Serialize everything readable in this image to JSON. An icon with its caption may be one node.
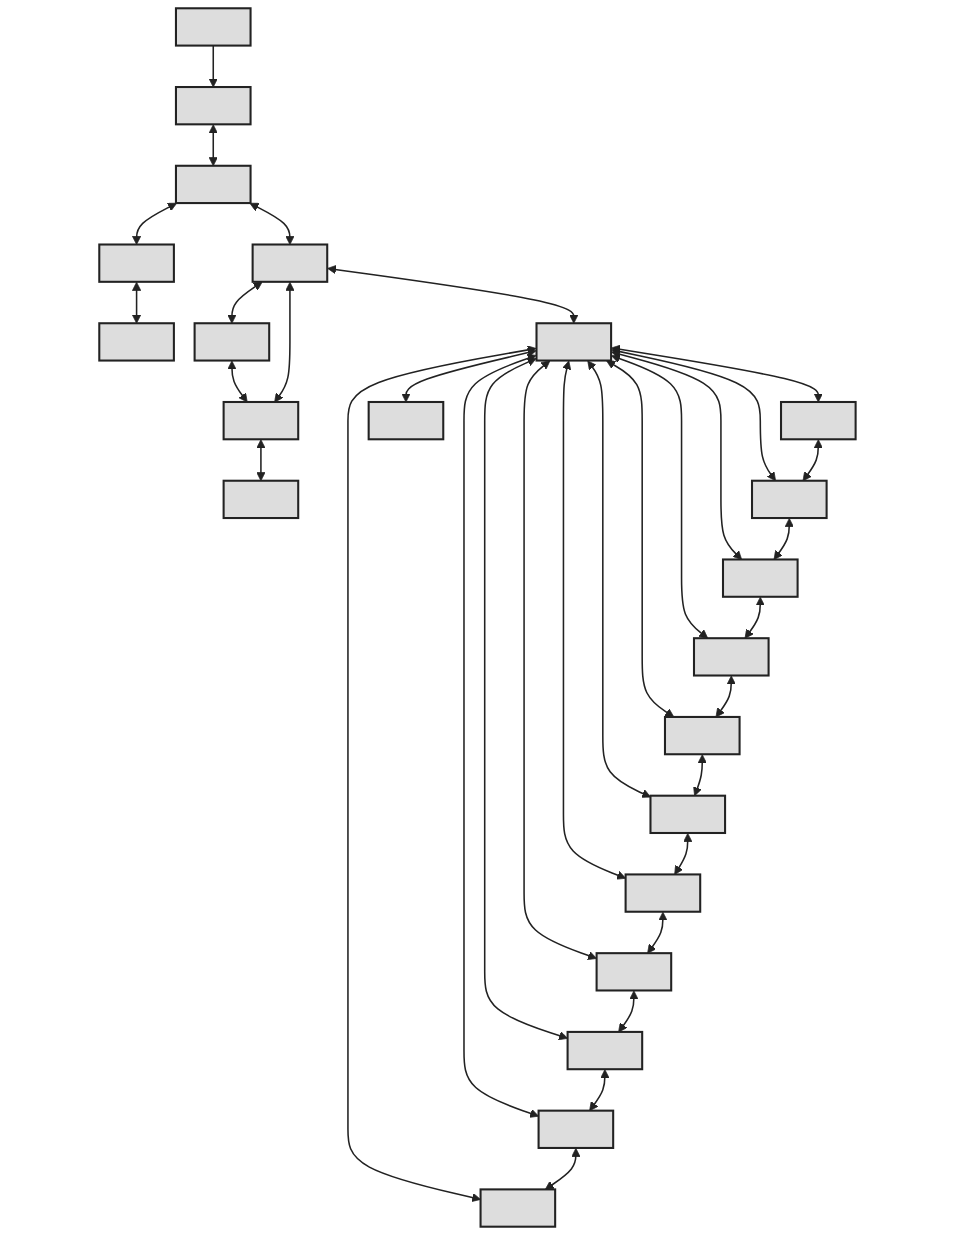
{
  "diagram": {
    "nodes": [
      {
        "text": [],
        "shape": "box"
      },
      {
        "text": [],
        "shape": "box"
      },
      {
        "text": [],
        "shape": "box"
      },
      {
        "text": [],
        "shape": "box"
      },
      {
        "text": [],
        "shape": "box"
      },
      {
        "text": [],
        "shape": "box"
      },
      {
        "text": [],
        "shape": "box"
      },
      {
        "text": [],
        "shape": "box"
      },
      {
        "text": [],
        "shape": "box"
      },
      {
        "text": [],
        "shape": "box"
      },
      {
        "text": [],
        "shape": "box"
      },
      {
        "text": [],
        "shape": "box"
      },
      {
        "text": [],
        "shape": "box"
      },
      {
        "text": [],
        "shape": "box"
      },
      {
        "text": [],
        "shape": "box"
      },
      {
        "text": [],
        "shape": "box"
      },
      {
        "text": [],
        "shape": "box"
      },
      {
        "text": [],
        "shape": "box"
      },
      {
        "text": [],
        "shape": "box"
      },
      {
        "text": [],
        "shape": "box"
      },
      {
        "text": [],
        "shape": "box"
      },
      {
        "text": [],
        "shape": "box"
      }
    ],
    "edges": [
      {
        "from": 0,
        "to": 1,
        "arrow": "to"
      },
      {
        "from": 1,
        "to": 2,
        "arrow": "both"
      },
      {
        "from": 2,
        "to": 3,
        "arrow": "both"
      },
      {
        "from": 3,
        "to": 4,
        "arrow": "both"
      },
      {
        "from": 2,
        "to": 5,
        "arrow": "both"
      },
      {
        "from": 5,
        "to": 6,
        "arrow": "both"
      },
      {
        "from": 6,
        "to": 7,
        "arrow": "both"
      },
      {
        "from": 5,
        "to": 7,
        "arrow": "both"
      },
      {
        "from": 7,
        "to": 8,
        "arrow": "both"
      },
      {
        "from": 5,
        "to": 9,
        "arrow": "both"
      },
      {
        "from": 9,
        "to": 10,
        "arrow": "both"
      },
      {
        "from": 9,
        "to": 11,
        "arrow": "both"
      },
      {
        "from": 9,
        "to": 12,
        "arrow": "both"
      },
      {
        "from": 9,
        "to": 13,
        "arrow": "both"
      },
      {
        "from": 9,
        "to": 14,
        "arrow": "both"
      },
      {
        "from": 9,
        "to": 15,
        "arrow": "both"
      },
      {
        "from": 9,
        "to": 16,
        "arrow": "both"
      },
      {
        "from": 9,
        "to": 17,
        "arrow": "both"
      },
      {
        "from": 9,
        "to": 18,
        "arrow": "both"
      },
      {
        "from": 9,
        "to": 19,
        "arrow": "both"
      },
      {
        "from": 9,
        "to": 20,
        "arrow": "both"
      },
      {
        "from": 10,
        "to": 11,
        "arrow": "both"
      },
      {
        "from": 11,
        "to": 12,
        "arrow": "both"
      },
      {
        "from": 12,
        "to": 13,
        "arrow": "both"
      },
      {
        "from": 13,
        "to": 14,
        "arrow": "both"
      },
      {
        "from": 14,
        "to": 15,
        "arrow": "both"
      },
      {
        "from": 15,
        "to": 16,
        "arrow": "both"
      },
      {
        "from": 16,
        "to": 17,
        "arrow": "both"
      },
      {
        "from": 17,
        "to": 18,
        "arrow": "both"
      },
      {
        "from": 18,
        "to": 19,
        "arrow": "both"
      },
      {
        "from": 19,
        "to": 20,
        "arrow": "both"
      },
      {
        "from": 9,
        "to": 21,
        "arrow": "both"
      }
    ]
  }
}
